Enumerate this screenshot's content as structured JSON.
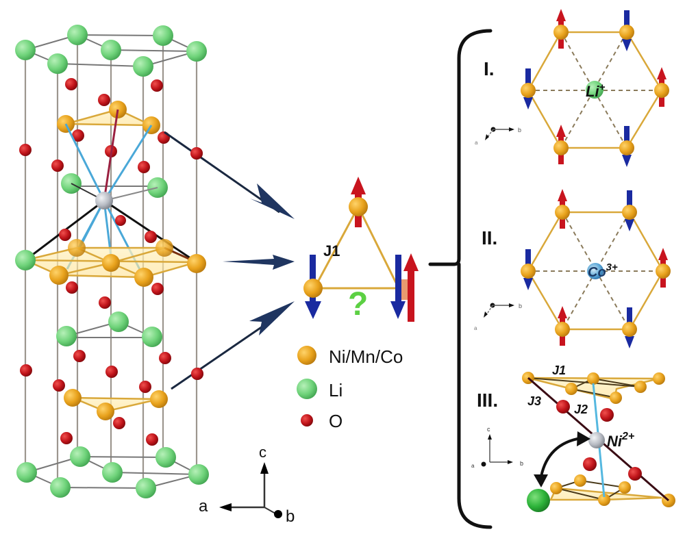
{
  "figure": {
    "type": "crystal-structure-magnetic-frustration-diagram",
    "colors": {
      "tm": "#e8a21c",
      "li": "#6fd37a",
      "o": "#c0141a",
      "ni_antisite": "#b8bcc4",
      "spin_up": "#c8141e",
      "spin_down": "#1a2aa0",
      "bond_tm": "#d9a83a",
      "bond_ni_tm": "#4aa8d8",
      "pointer_arrow": "#1f3560"
    }
  },
  "central_triangle": {
    "exchange_label": "J1",
    "question_mark": "?"
  },
  "legend": {
    "items": [
      {
        "label": "Ni/Mn/Co",
        "species": "tm"
      },
      {
        "label": "Li",
        "species": "li"
      },
      {
        "label": "O",
        "species": "o"
      }
    ]
  },
  "axes_main": {
    "a": "a",
    "b": "b",
    "c": "c"
  },
  "panels": [
    {
      "roman": "I.",
      "center_ion": "Li",
      "center_charge": "+",
      "axes": {
        "a": "a",
        "b": "b"
      },
      "spins": [
        "up",
        "down",
        "down",
        "up",
        "up",
        "down"
      ]
    },
    {
      "roman": "II.",
      "center_ion": "Co",
      "center_charge": "3+",
      "axes": {
        "a": "a",
        "b": "b"
      },
      "spins": [
        "up",
        "down",
        "down",
        "up",
        "up",
        "down"
      ]
    },
    {
      "roman": "III.",
      "center_ion": "Ni",
      "center_charge": "2+",
      "axes": {
        "a": "a",
        "b": "b",
        "c": "c"
      },
      "exchange_labels": [
        "J1",
        "J2",
        "J3"
      ]
    }
  ]
}
